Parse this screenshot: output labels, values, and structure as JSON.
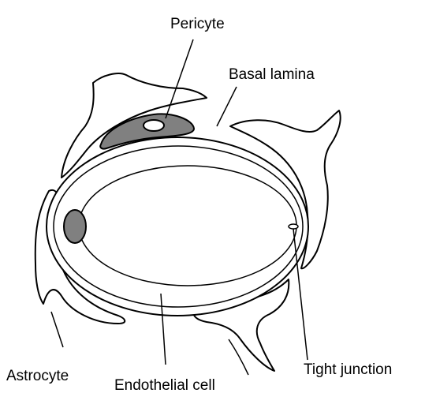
{
  "labels": {
    "pericyte": "Pericyte",
    "basal_lamina": "Basal lamina",
    "astrocyte": "Astrocyte",
    "endothelial_cell": "Endothelial cell",
    "tight_junction": "Tight junction"
  },
  "colors": {
    "line": "#000000",
    "cell_fill": "#ffffff",
    "nucleus_fill": "#808080"
  }
}
